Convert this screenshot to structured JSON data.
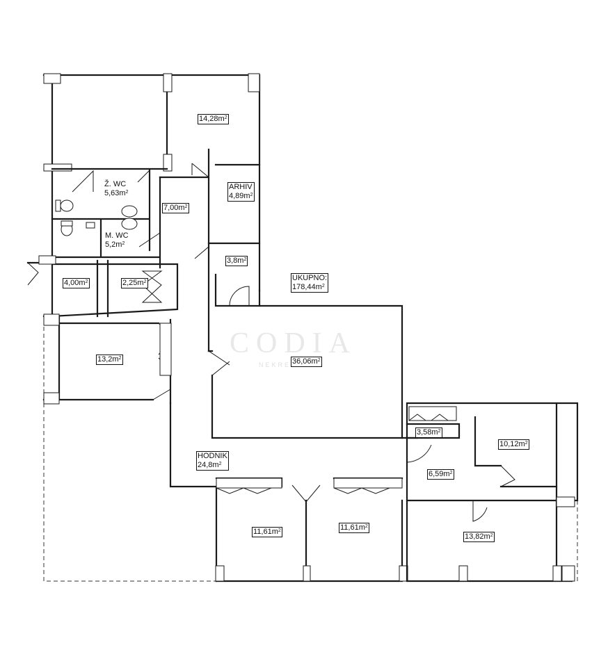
{
  "watermark": {
    "text": "CODIA",
    "subtitle": "NEKRETNINE"
  },
  "total": {
    "label": "UKUPNO:",
    "area": "178,44"
  },
  "unit": "m",
  "unit_sup": "2",
  "rooms": [
    {
      "id": "room-a",
      "name": "",
      "area": "14,28"
    },
    {
      "id": "room-zwc",
      "name": "Ž. WC",
      "area": "5,63"
    },
    {
      "id": "room-arhiv",
      "name": "ARHIV",
      "area": "4,89"
    },
    {
      "id": "room-b",
      "name": "",
      "area": "7,00"
    },
    {
      "id": "room-mwc",
      "name": "M. WC",
      "area": "5,2"
    },
    {
      "id": "room-c",
      "name": "",
      "area": "3,8"
    },
    {
      "id": "room-d",
      "name": "",
      "area": "4,00"
    },
    {
      "id": "room-e",
      "name": "",
      "area": "2,25"
    },
    {
      "id": "room-f",
      "name": "",
      "area": "13,2"
    },
    {
      "id": "room-g",
      "name": "",
      "area": "36,06"
    },
    {
      "id": "room-h",
      "name": "",
      "area": "3,58"
    },
    {
      "id": "room-i",
      "name": "",
      "area": "10,12"
    },
    {
      "id": "room-hodnik",
      "name": "HODNIK",
      "area": "24,8"
    },
    {
      "id": "room-j",
      "name": "",
      "area": "6,59"
    },
    {
      "id": "room-k",
      "name": "",
      "area": "11,61"
    },
    {
      "id": "room-l",
      "name": "",
      "area": "11,61"
    },
    {
      "id": "room-m",
      "name": "",
      "area": "13,82"
    }
  ]
}
